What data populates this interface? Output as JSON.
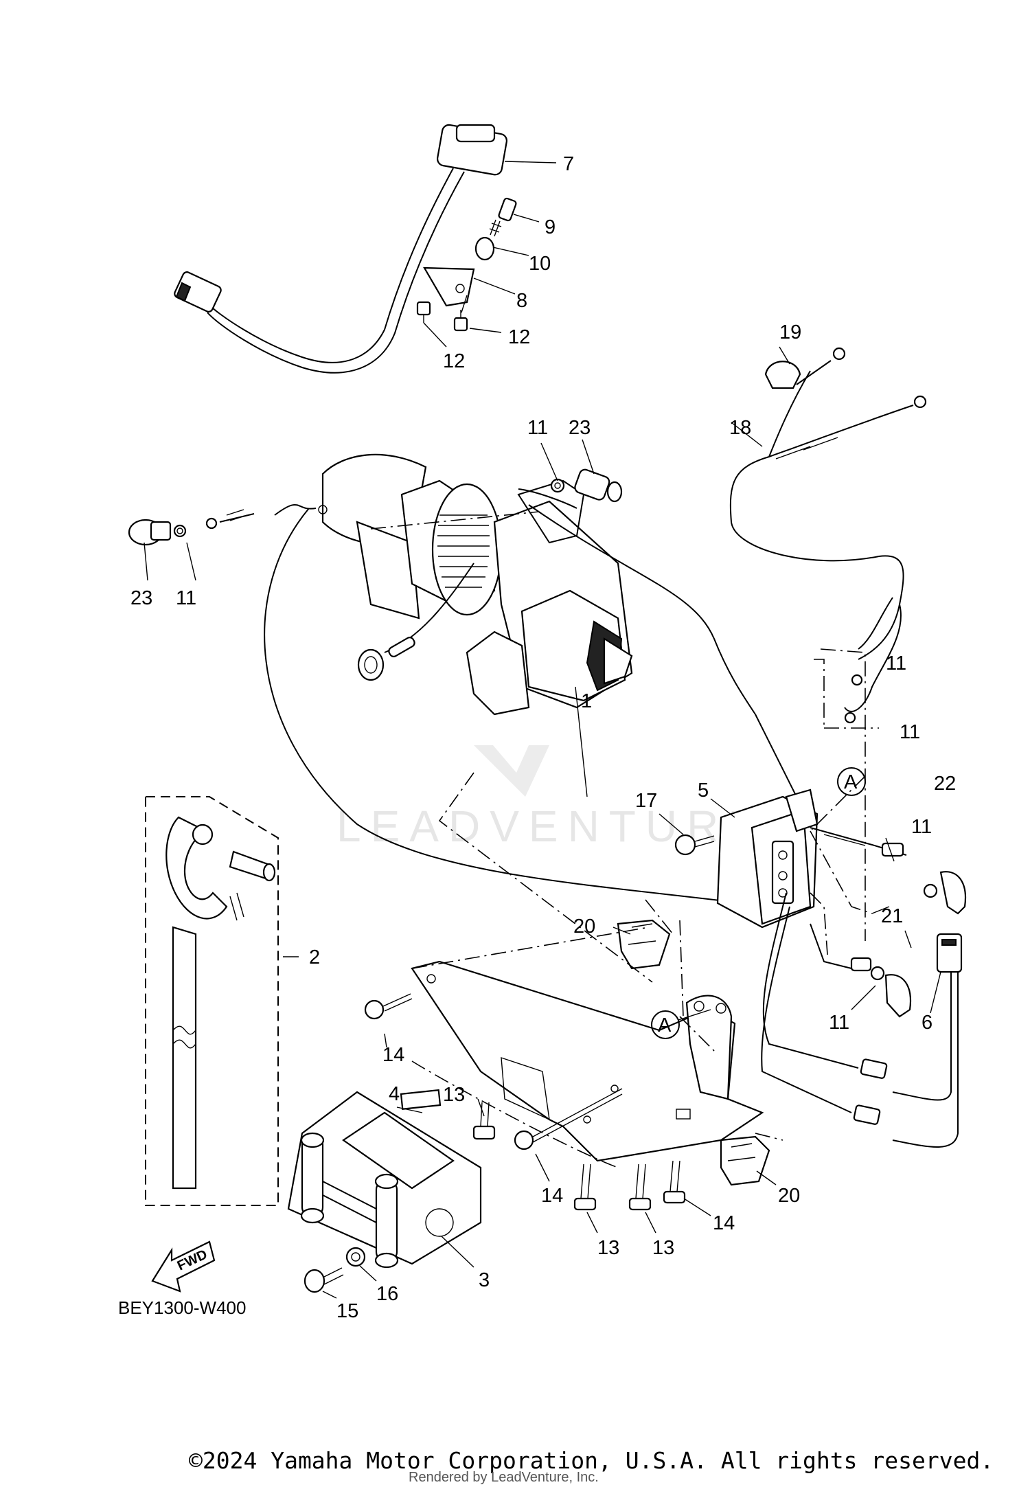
{
  "diagram_code": "BEY1300-W400",
  "fwd_label": "FWD",
  "watermark": "LEADVENTURE",
  "copyright": "©2024 Yamaha Motor Corporation, U.S.A. All rights reserved.",
  "rendered_by": "Rendered by LeadVenture, Inc.",
  "callouts": {
    "p1": "1",
    "p2": "2",
    "p3": "3",
    "p4": "4",
    "p5": "5",
    "p6": "6",
    "p7": "7",
    "p8": "8",
    "p9": "9",
    "p10": "10",
    "p11a": "11",
    "p11b": "11",
    "p11c": "11",
    "p11d": "11",
    "p11e": "11",
    "p11f": "11",
    "p12a": "12",
    "p12b": "12",
    "p13a": "13",
    "p13b": "13",
    "p13c": "13",
    "p14a": "14",
    "p14b": "14",
    "p14c": "14",
    "p15": "15",
    "p16": "16",
    "p17": "17",
    "p18": "18",
    "p19": "19",
    "p20a": "20",
    "p20b": "20",
    "p21": "21",
    "p22": "22",
    "p23a": "23",
    "p23b": "23",
    "refA1": "A",
    "refA2": "A"
  }
}
